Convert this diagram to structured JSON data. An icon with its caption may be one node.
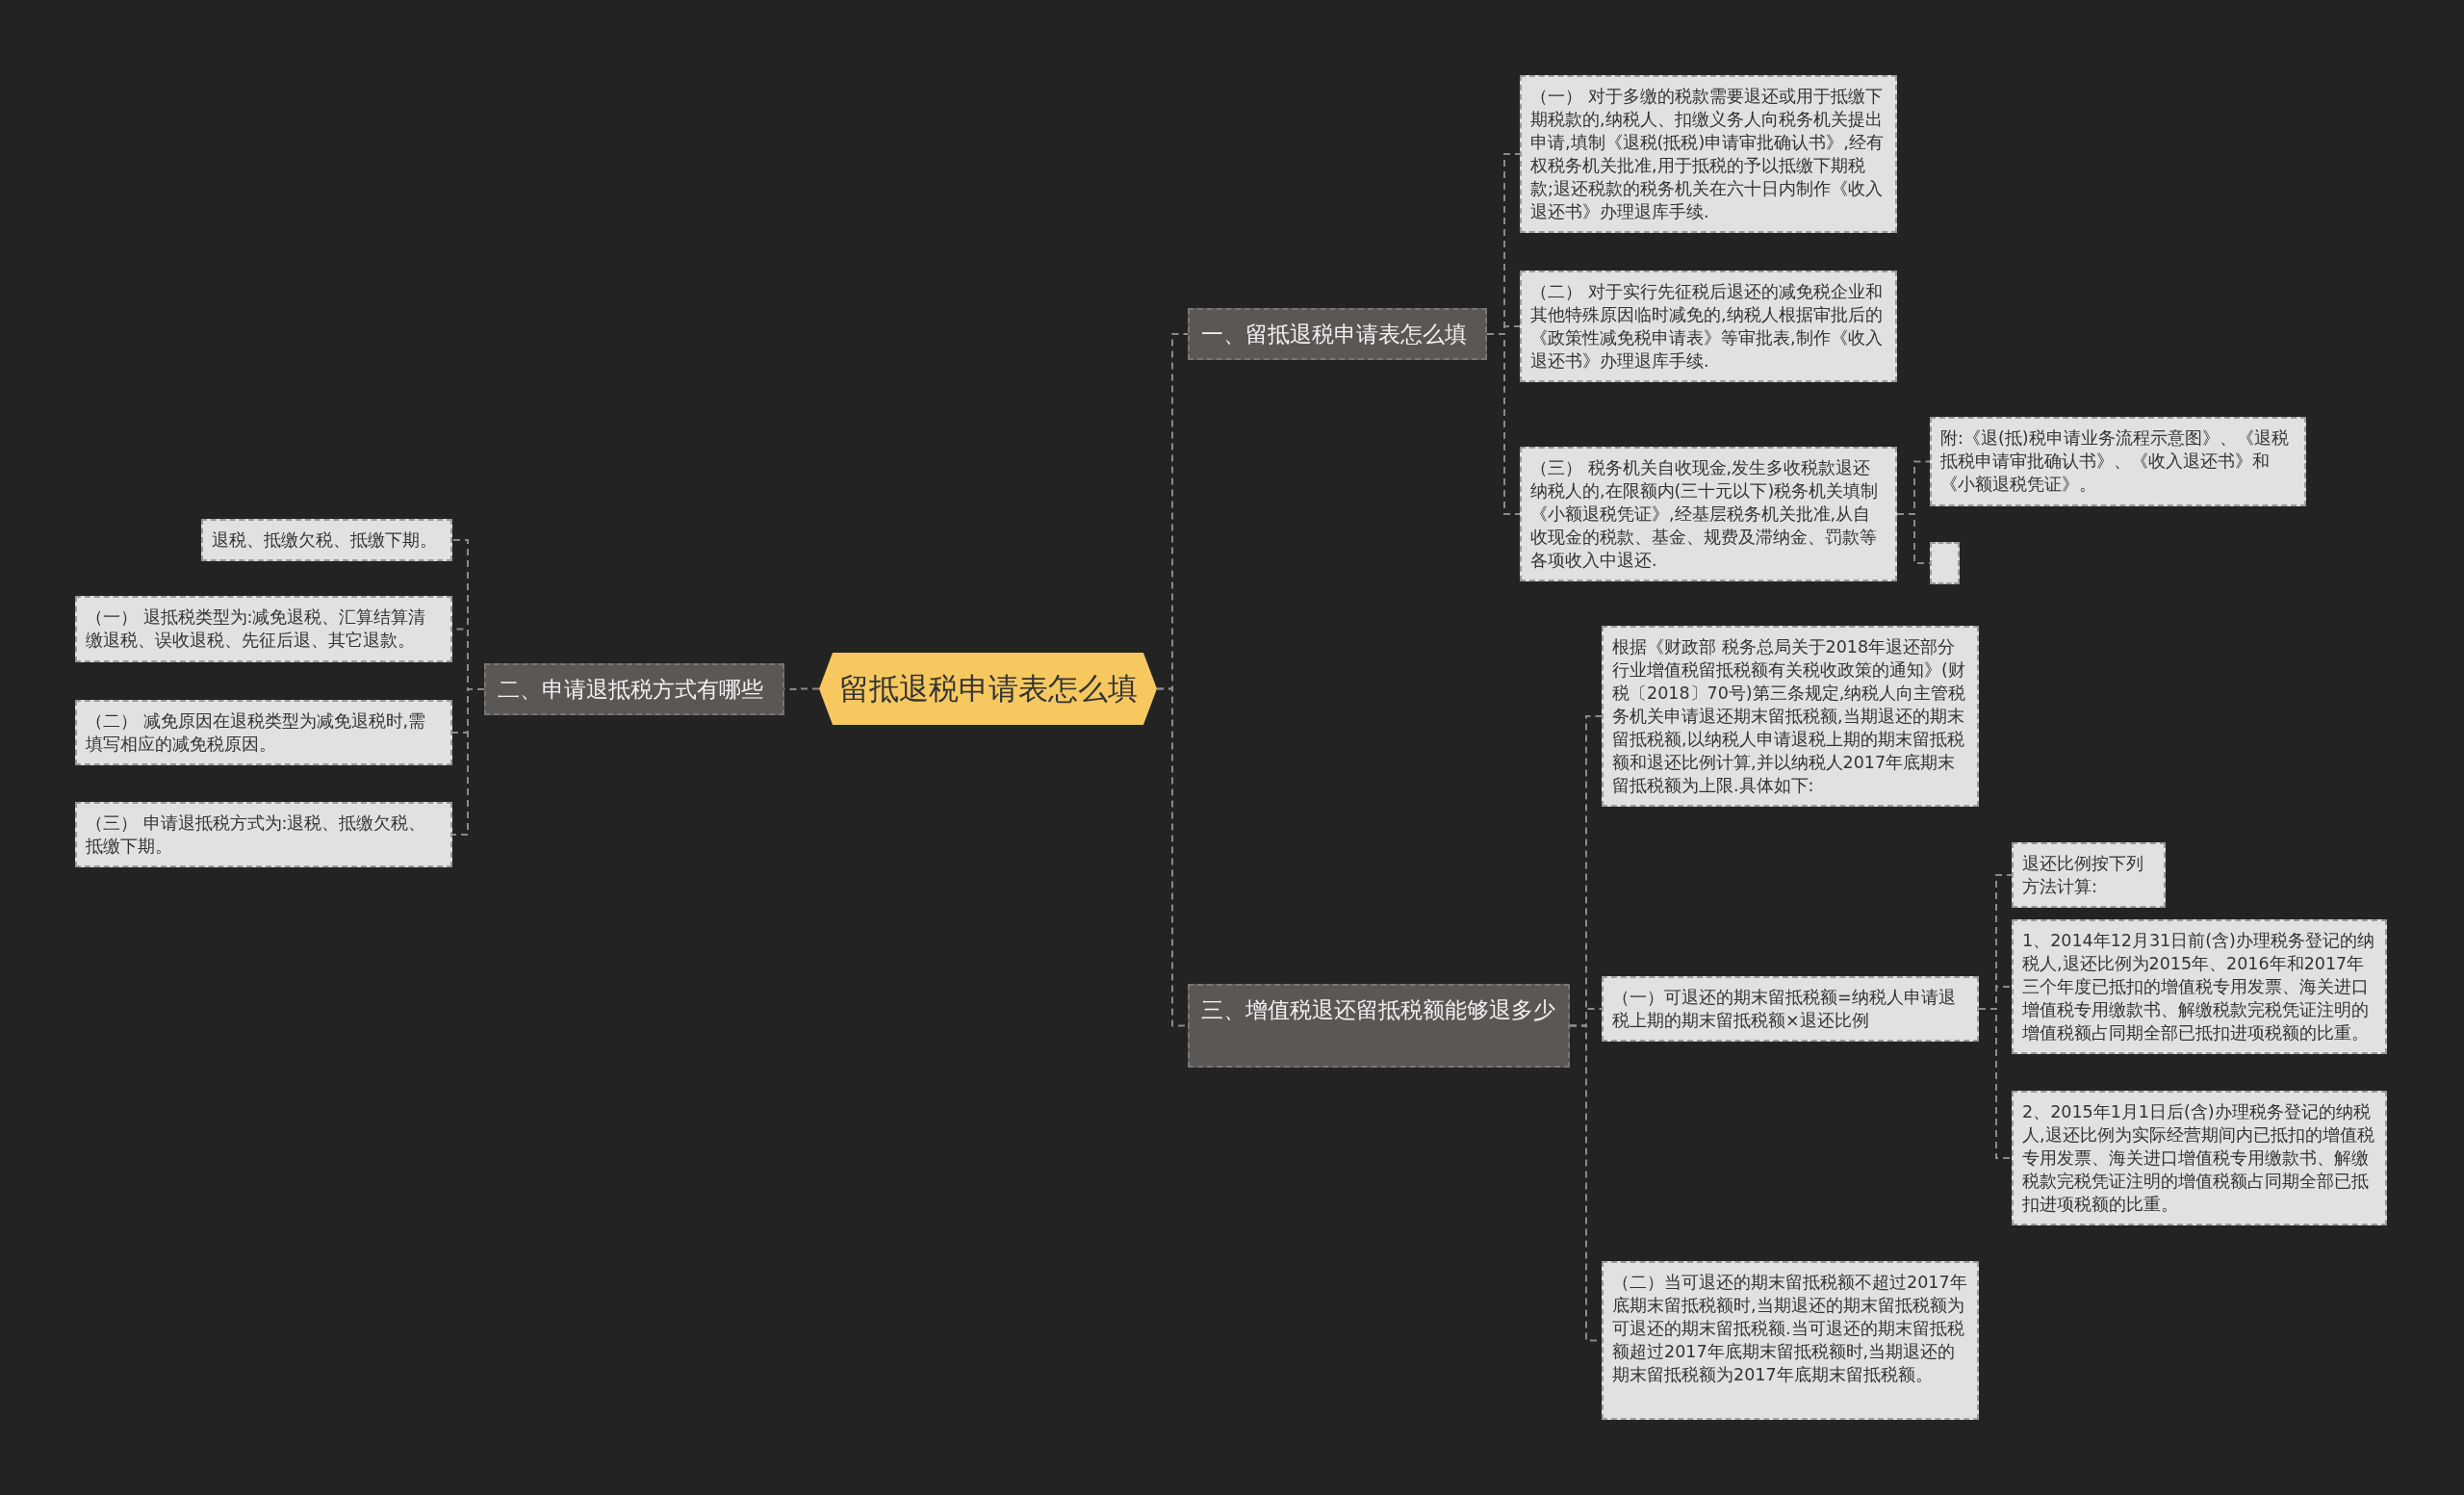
{
  "diagram": {
    "nodes": [
      {
        "text": [
          "留抵退税申请表怎么填"
        ]
      },
      {
        "text": [
          "一、留抵退税申请表怎么填"
        ]
      },
      {
        "text": [
          "（一） 对于多缴的税款需要退还或用于抵缴下期税款的,纳税人、扣缴义务人向税务机关提出申请,填制《退税(抵税)申请审批确认书》,经有权税务机关批准,用于抵税的予以抵缴下期税款;退还税款的税务机关在六十日内制作《收入退还书》办理退库手续."
        ]
      },
      {
        "text": [
          "（二） 对于实行先征税后退还的减免税企业和其他特殊原因临时减免的,纳税人根据审批后的《政策性减免税申请表》等审批表,制作《收入退还书》办理退库手续."
        ]
      },
      {
        "text": [
          "（三） 税务机关自收现金,发生多收税款退还纳税人的,在限额内(三十元以下)税务机关填制《小额退税凭证》,经基层税务机关批准,从自收现金的税款、基金、规费及滞纳金、罚款等各项收入中退还."
        ]
      },
      {
        "text": [
          "附:《退(抵)税申请业务流程示意图》、《退税抵税申请审批确认书》、《收入退还书》和《小额退税凭证》。"
        ]
      },
      {
        "text": [],
        "shape": "box"
      },
      {
        "text": [
          "二、申请退抵税方式有哪些"
        ]
      },
      {
        "text": [
          "退税、抵缴欠税、抵缴下期。"
        ]
      },
      {
        "text": [
          "（一） 退抵税类型为:减免退税、汇算结算清缴退税、误收退税、先征后退、其它退款。"
        ]
      },
      {
        "text": [
          "（二） 减免原因在退税类型为减免退税时,需填写相应的减免税原因。"
        ]
      },
      {
        "text": [
          "（三） 申请退抵税方式为:退税、抵缴欠税、抵缴下期。"
        ]
      },
      {
        "text": [
          "三、增值税退还留抵税额能够退多少"
        ]
      },
      {
        "text": [
          "根据《财政部 税务总局关于2018年退还部分行业增值税留抵税额有关税收政策的通知》(财税〔2018〕70号)第三条规定,纳税人向主管税务机关申请退还期末留抵税额,当期退还的期末留抵税额,以纳税人申请退税上期的期末留抵税额和退还比例计算,并以纳税人2017年底期末留抵税额为上限.具体如下:"
        ]
      },
      {
        "text": [
          "（一）可退还的期末留抵税额=纳税人申请退税上期的期末留抵税额×退还比例"
        ]
      },
      {
        "text": [
          "退还比例按下列方法计算:"
        ]
      },
      {
        "text": [
          "1、2014年12月31日前(含)办理税务登记的纳税人,退还比例为2015年、2016年和2017年三个年度已抵扣的增值税专用发票、海关进口增值税专用缴款书、解缴税款完税凭证注明的增值税额占同期全部已抵扣进项税额的比重。"
        ]
      },
      {
        "text": [
          "2、2015年1月1日后(含)办理税务登记的纳税人,退还比例为实际经营期间内已抵扣的增值税专用发票、海关进口增值税专用缴款书、解缴税款完税凭证注明的增值税额占同期全部已抵扣进项税额的比重。"
        ]
      },
      {
        "text": [
          "（二）当可退还的期末留抵税额不超过2017年底期末留抵税额时,当期退还的期末留抵税额为可退还的期末留抵税额.当可退还的期末留抵税额超过2017年底期末留抵税额时,当期退还的期末留抵税额为2017年底期末留抵税额。"
        ]
      }
    ],
    "edges": [
      {
        "from": 0,
        "to": 1,
        "arrow": "none",
        "style": "dashed"
      },
      {
        "from": 1,
        "to": 2,
        "arrow": "none",
        "style": "dashed"
      },
      {
        "from": 1,
        "to": 3,
        "arrow": "none",
        "style": "dashed"
      },
      {
        "from": 1,
        "to": 4,
        "arrow": "none",
        "style": "dashed"
      },
      {
        "from": 4,
        "to": 5,
        "arrow": "none",
        "style": "dashed"
      },
      {
        "from": 4,
        "to": 6,
        "arrow": "none",
        "style": "dashed"
      },
      {
        "from": 0,
        "to": 7,
        "arrow": "none",
        "style": "dashed"
      },
      {
        "from": 7,
        "to": 8,
        "arrow": "none",
        "style": "dashed"
      },
      {
        "from": 7,
        "to": 9,
        "arrow": "none",
        "style": "dashed"
      },
      {
        "from": 7,
        "to": 10,
        "arrow": "none",
        "style": "dashed"
      },
      {
        "from": 7,
        "to": 11,
        "arrow": "none",
        "style": "dashed"
      },
      {
        "from": 0,
        "to": 12,
        "arrow": "none",
        "style": "dashed"
      },
      {
        "from": 12,
        "to": 13,
        "arrow": "none",
        "style": "dashed"
      },
      {
        "from": 12,
        "to": 14,
        "arrow": "none",
        "style": "dashed"
      },
      {
        "from": 12,
        "to": 18,
        "arrow": "none",
        "style": "dashed"
      },
      {
        "from": 14,
        "to": 15,
        "arrow": "none",
        "style": "dashed"
      },
      {
        "from": 14,
        "to": 16,
        "arrow": "none",
        "style": "dashed"
      },
      {
        "from": 14,
        "to": 17,
        "arrow": "none",
        "style": "dashed"
      }
    ]
  }
}
